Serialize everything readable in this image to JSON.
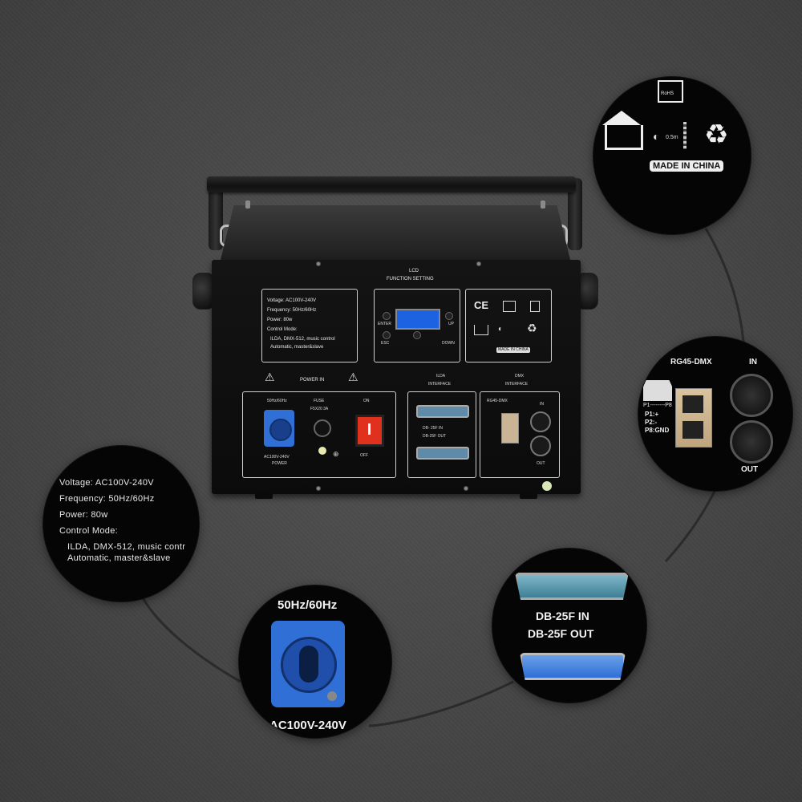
{
  "panel": {
    "lcd_title": "LCD",
    "function_title": "FUNCTION SETTING",
    "btn_enter": "ENTER",
    "btn_esc": "ESC",
    "btn_up": "UP",
    "btn_down": "DOWN",
    "spec_voltage": "Voltage: AC100V-240V",
    "spec_frequency": "Frequency: 50Hz/60Hz",
    "spec_power": "Power: 80w",
    "spec_control": "Control Mode:",
    "spec_modes": "ILDA, DMX-512, music control",
    "spec_auto": "Automatic, master&slave",
    "made_in": "MADE IN CHINA",
    "ce_mark": "CE",
    "power_in": "POWER  IN",
    "hz": "50Hz/60Hz",
    "fuse": "FUSE",
    "fuse_rating": "F5X20 3A",
    "on": "ON",
    "off": "OFF",
    "ac_power_1": "AC100V-240V",
    "ac_power_2": "POWER",
    "ilda_1": "ILDA",
    "ilda_2": "INTERFACE",
    "db_in": "DB- 25F IN",
    "db_out": "DB-25F OUT",
    "dmx_1": "DMX",
    "dmx_2": "INTERFACE",
    "rg45_small": "RG45-DMX",
    "in_small": "IN",
    "out_small": "OUT"
  },
  "zoom_spec": {
    "voltage": "Voltage: AC100V-240V",
    "frequency": "Frequency: 50Hz/60Hz",
    "power": "Power: 80w",
    "control": "Control Mode:",
    "modes": "ILDA, DMX-512, music contr",
    "auto": "Automatic, master&slave"
  },
  "zoom_cert": {
    "distance": "0.5m",
    "made_in": "MADE IN CHINA",
    "rohs": "RoHS"
  },
  "zoom_dmx": {
    "title": "RG45-DMX",
    "in": "IN",
    "out": "OUT",
    "p1_dash": "P1--------P8",
    "p1": "P1:+",
    "p2": "P2:-",
    "p8": "P8:GND"
  },
  "zoom_db": {
    "in": "DB-25F IN",
    "out": "DB-25F OUT"
  },
  "zoom_power": {
    "hz": "50Hz/60Hz",
    "ac": "AC100V-240V"
  },
  "colors": {
    "connector_blue": "#2f6fd6",
    "switch_red": "#e0301e",
    "lcd_blue": "#1d62e0",
    "background": "#4a4a4a"
  }
}
